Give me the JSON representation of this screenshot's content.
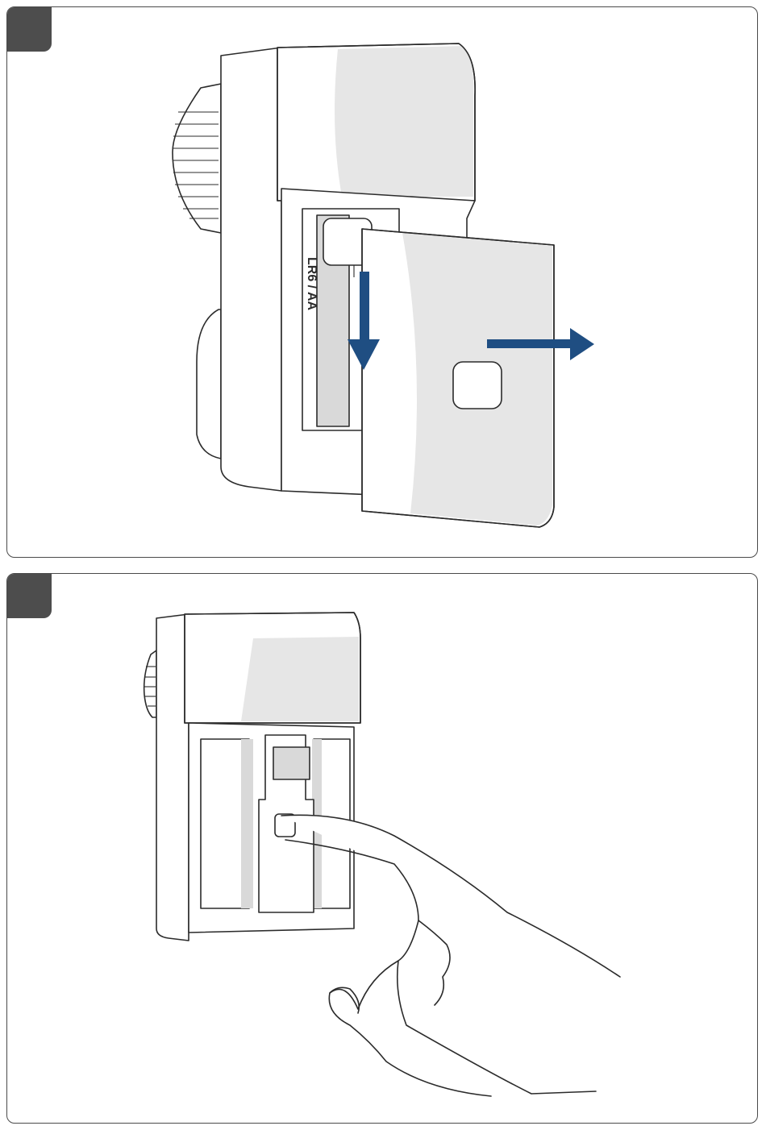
{
  "figure": {
    "panels": [
      {
        "id": "step-1",
        "description_hidden": true
      },
      {
        "id": "step-2",
        "description_hidden": true
      }
    ],
    "battery_marking": "LR6 / AA",
    "polarity_marks": "+ -",
    "colors": {
      "arrow_blue": "#1f4e82",
      "badge_grey": "#4d4d4d",
      "frame": "#4a4a4a",
      "device_shade": "#e6e6e6"
    },
    "icons": [
      "arrow-down-icon",
      "arrow-right-icon",
      "hand-icon"
    ]
  }
}
